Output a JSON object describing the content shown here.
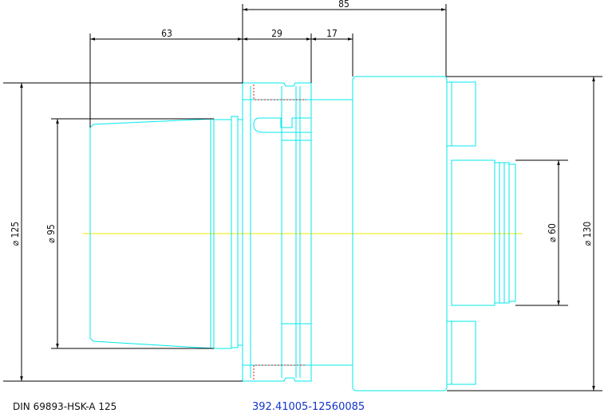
{
  "dimensions": {
    "overall_length": "85",
    "taper_length": "63",
    "flange_length": "29",
    "neck_length": "17",
    "flange_diameter": "⌀ 125",
    "taper_diameter": "⌀ 95",
    "bore_diameter": "⌀ 60",
    "body_diameter": "⌀ 130"
  },
  "labels": {
    "standard": "DIN 69893-HSK-A 125",
    "part_number": "392.41005-12560085"
  },
  "colors": {
    "outline": "#00e8ee",
    "hidden_lines": "#ee1111",
    "center_line": "#e8e800",
    "dimensions": "#000000",
    "part_number": "#1133cc"
  }
}
